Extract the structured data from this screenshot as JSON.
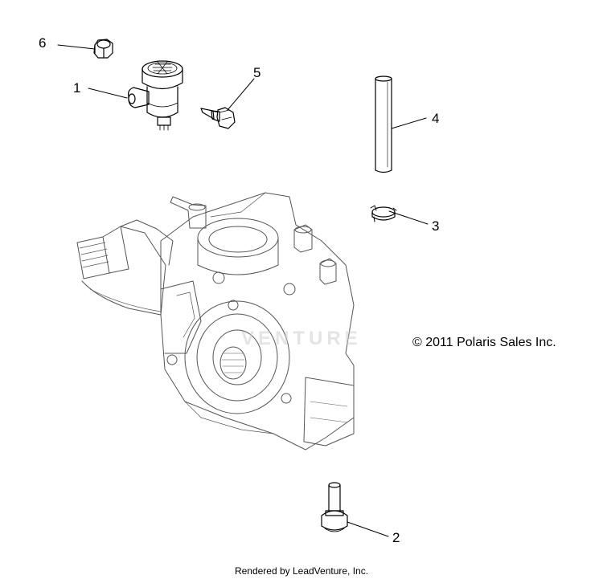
{
  "diagram": {
    "callouts": [
      {
        "id": "1",
        "text": "1"
      },
      {
        "id": "2",
        "text": "2"
      },
      {
        "id": "3",
        "text": "3"
      },
      {
        "id": "4",
        "text": "4"
      },
      {
        "id": "5",
        "text": "5"
      },
      {
        "id": "6",
        "text": "6"
      }
    ],
    "copyright": "© 2011 Polaris Sales Inc.",
    "watermark": "VENTURE",
    "footer": "Rendered by LeadVenture, Inc."
  }
}
